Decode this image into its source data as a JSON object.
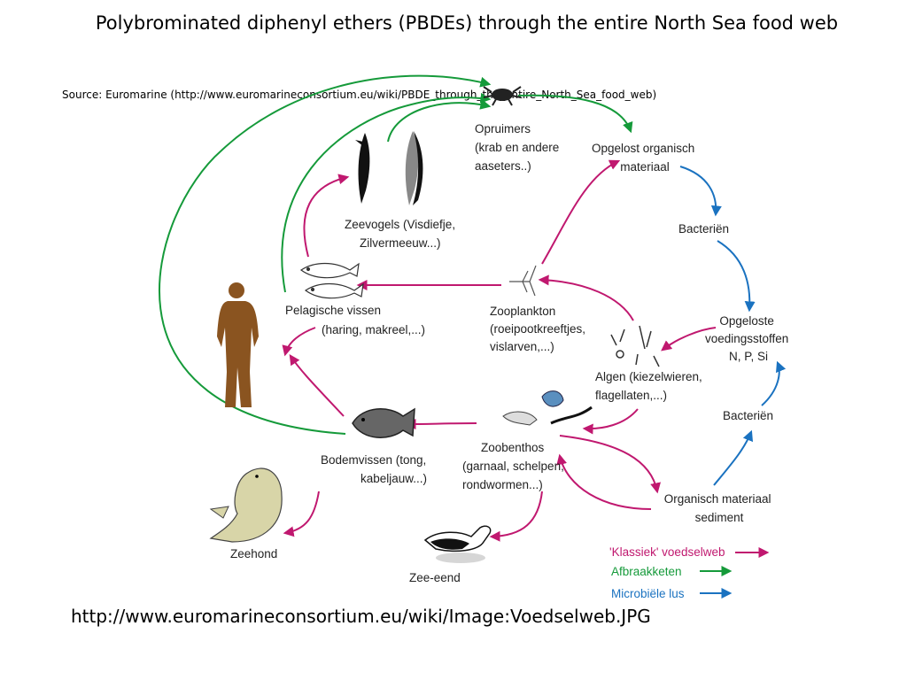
{
  "title": "Polybrominated diphenyl ethers (PBDEs) through the entire North Sea food web",
  "source": "Source: Euromarine (http://www.euromarineconsortium.eu/wiki/PBDE_through_the_entire_North_Sea_food_web)",
  "url_note": "http://www.euromarineconsortium.eu/wiki/Image:Voedselweb.JPG",
  "colors": {
    "klassiek": "#c0186f",
    "afbraak": "#159a3a",
    "microbieel": "#1a72c0"
  },
  "nodes": {
    "opruimers": [
      "Opruimers",
      "(krab en andere",
      "aaseters..)"
    ],
    "opgelost": [
      "Opgelost organisch",
      "materiaal"
    ],
    "zeevogels": [
      "Zeevogels (Visdiefje,",
      "Zilvermeeuw...)"
    ],
    "bacterien_top": [
      "Bacteriën"
    ],
    "pelagische": [
      "Pelagische vissen",
      "(haring, makreel,...)"
    ],
    "zooplankton": [
      "Zooplankton",
      "(roeipootkreeftjes,",
      "vislarven,...)"
    ],
    "voedingsstoffen": [
      "Opgeloste",
      "voedingsstoffen",
      "N, P, Si"
    ],
    "algen": [
      "Algen (kiezelwieren,",
      "flagellaten,...)"
    ],
    "bacterien_bottom": [
      "Bacteriën"
    ],
    "zoobenthos": [
      "Zoobenthos",
      "(garnaal, schelpen,",
      "rondwormen...)"
    ],
    "bodemvissen": [
      "Bodemvissen (tong,",
      "kabeljauw...)"
    ],
    "organisch": [
      "Organisch materiaal",
      "sediment"
    ],
    "zeehond": [
      "Zeehond"
    ],
    "zee_eend": [
      "Zee-eend"
    ]
  },
  "legend": {
    "klassiek": "'Klassiek' voedselweb",
    "afbraak": "Afbraakketen",
    "microbieel": "Microbiële lus"
  }
}
